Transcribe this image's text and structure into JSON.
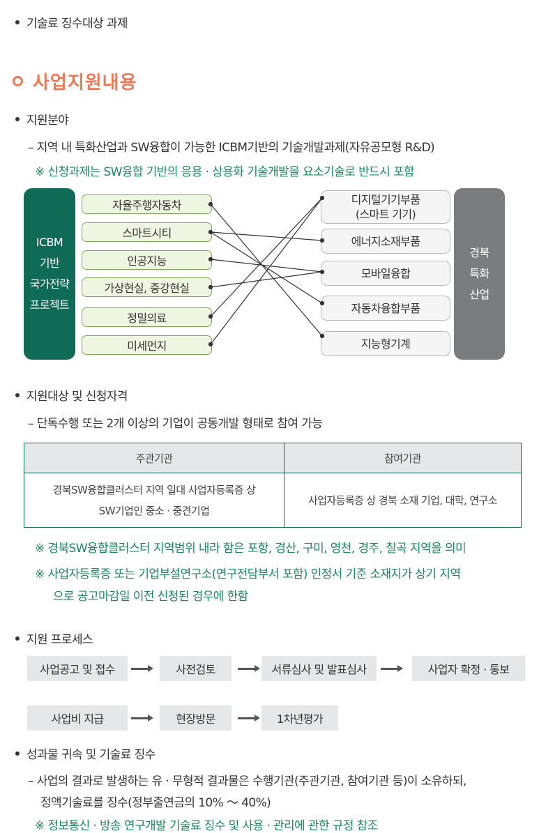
{
  "top_bullet": "기술료 징수대상 과제",
  "section_title": "사업지원내용",
  "support_field": {
    "heading": "지원분야",
    "desc": "– 지역 내  특화산업과 SW융합이 가능한 ICBM기반의 기술개발과제(자유공모형 R&D)",
    "note": "※ 신청과제는 SW융합 기반의 응용 · 상용화 기술개발을 요소기술로 반드시 포함"
  },
  "diagram": {
    "left_block": [
      "ICBM",
      "기반",
      "국가전략",
      "프로젝트"
    ],
    "right_block": [
      "경북",
      "특화",
      "산업"
    ],
    "left_items": [
      "자율주행자동차",
      "스마트시티",
      "인공지능",
      "가상현실, 증강현실",
      "정밀의료",
      "미세먼지"
    ],
    "right_items": [
      {
        "line1": "디지털기기부품",
        "line2": "(스마트 기기)"
      },
      {
        "line1": "에너지소재부품",
        "line2": ""
      },
      {
        "line1": "모바일융합",
        "line2": ""
      },
      {
        "line1": "자동차융합부품",
        "line2": ""
      },
      {
        "line1": "지능형기계",
        "line2": ""
      }
    ],
    "colors": {
      "left_block": "#0f6b55",
      "right_block": "#7b7c7e",
      "green_pill_border": "#7bab53"
    }
  },
  "eligibility": {
    "heading": "지원대상 및 신청자격",
    "desc": "– 단독수행 또는 2개 이상의 기업이 공동개발 형태로 참여 가능",
    "table": {
      "headers": [
        "주관기관",
        "참여기관"
      ],
      "main_line1": "경북SW융합클러스터 지역 일대 사업자등록증 상",
      "main_line2": "SW기업인 중소 · 중견기업",
      "partner": "사업자등록증 상 경북 소재 기업, 대학, 연구소"
    },
    "note1": "※ 경북SW융합클러스터 지역범위 내라 함은 포항, 경산, 구미, 영천, 경주, 칠곡 지역을 의미",
    "note2_line1": "※ 사업자등록증 또는 기업부설연구소(연구전담부서 포함) 인정서 기준 소재지가 상기 지역",
    "note2_line2": "으로 공고마감일 이전 신청된 경우에 한함"
  },
  "process": {
    "heading": "지원 프로세스",
    "steps": [
      "사업공고 및 접수",
      "사전검토",
      "서류심사 및 발표심사",
      "사업자 확정 · 통보",
      "사업비 지급",
      "현장방문",
      "1차년평가"
    ]
  },
  "outcome": {
    "heading": "성과물 귀속 및 기술료 징수",
    "desc_line1": "– 사업의 결과로 발생하는 유 · 무형적 결과물은 수행기관(주관기관, 참여기관 등)이 소유하되,",
    "desc_line2": "정액기술료를 징수(정부출연금의 10% ～ 40%)",
    "note": "※ 정보통신 · 방송 연구개발 기술료 징수 및 사용 · 관리에 관한 규정 참조"
  }
}
